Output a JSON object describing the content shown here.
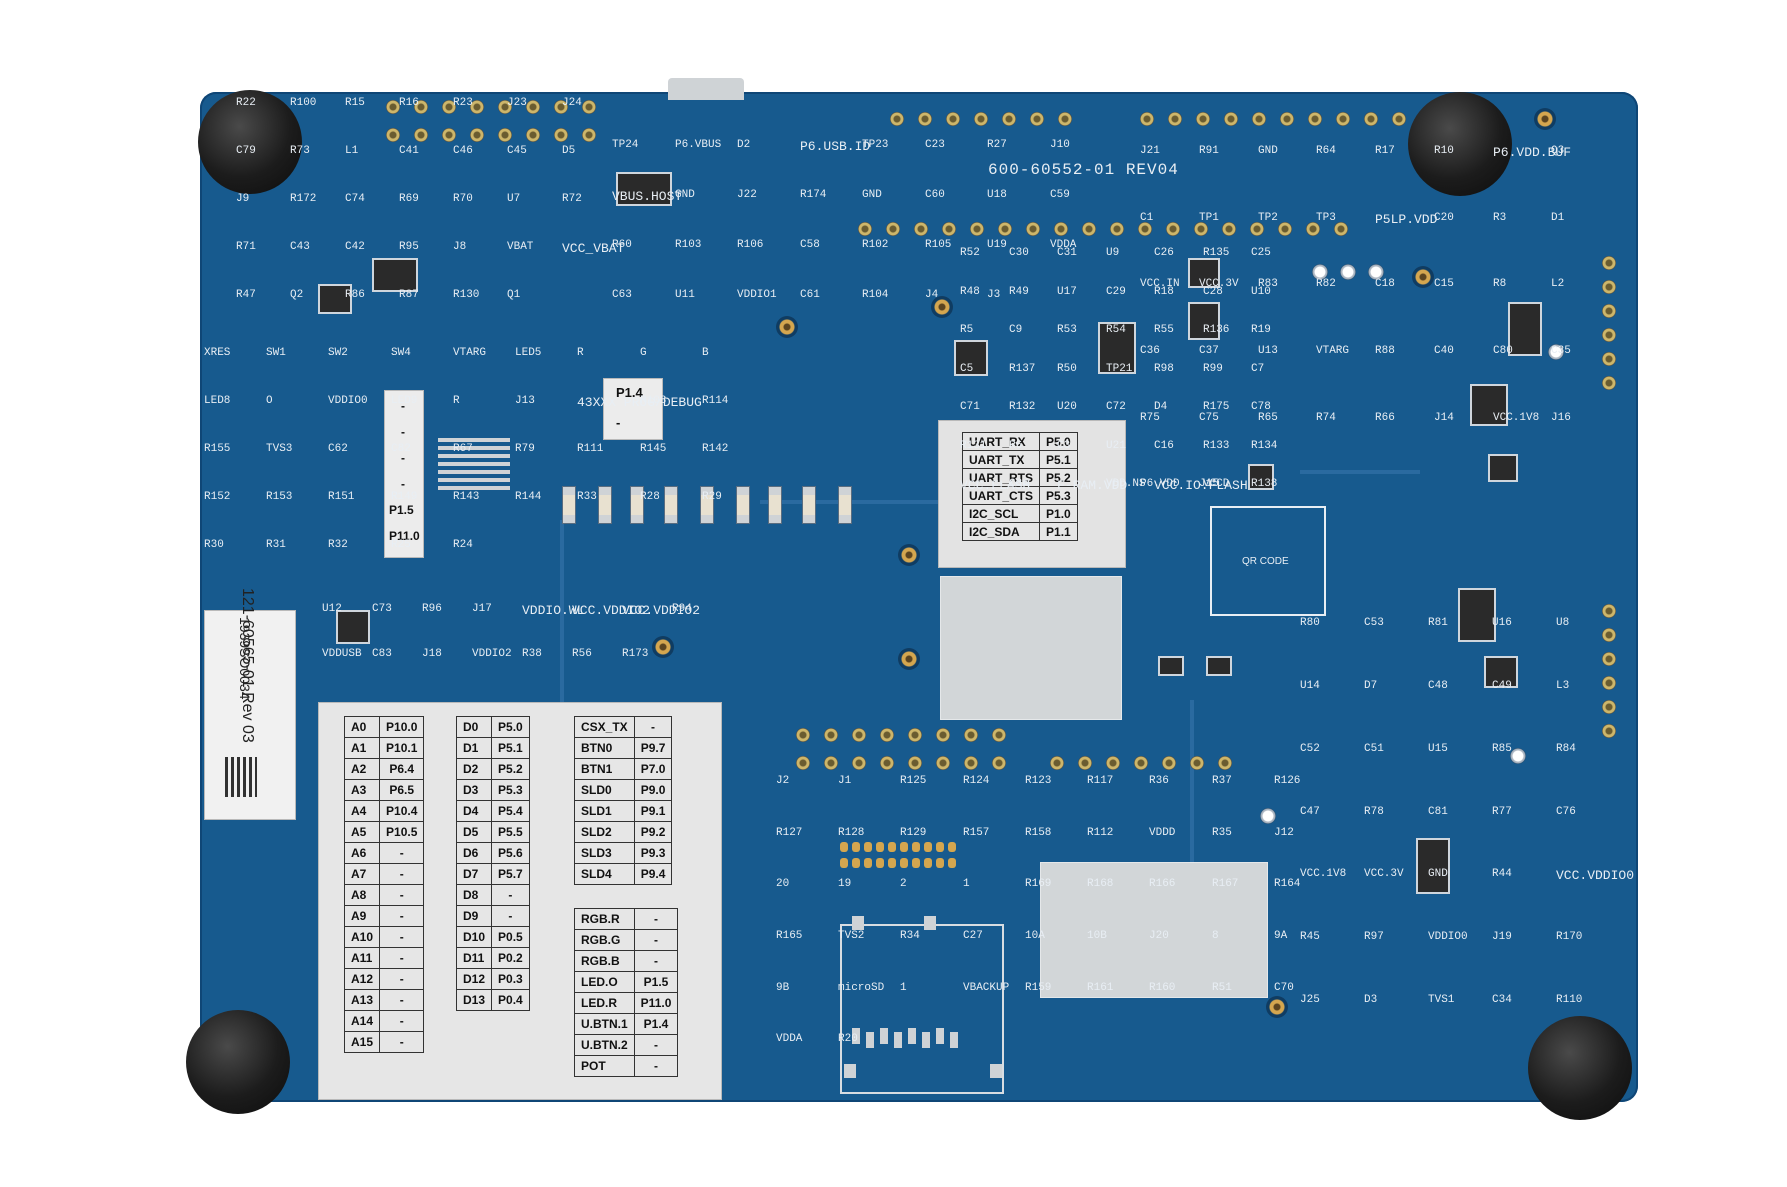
{
  "board": {
    "part_number": "600-60552-01 REV04",
    "sticker_part": "121-60565-01 Rev 03",
    "sticker_serial": "1939SO0034",
    "qr_code_label": "QR CODE"
  },
  "silkscreen": {
    "top_left": [
      "R22",
      "R100",
      "R15",
      "R16",
      "R23",
      "J23",
      "J24",
      "C79",
      "R73",
      "L1",
      "C41",
      "C46",
      "C45",
      "D5",
      "J9",
      "R172",
      "C74",
      "R69",
      "R70",
      "U7",
      "R72",
      "R71",
      "C43",
      "C42",
      "R95",
      "J8",
      "VBAT",
      "VCC_VBAT",
      "R47",
      "Q2",
      "R86",
      "R87",
      "R130",
      "Q1"
    ],
    "top_center": [
      "TP24",
      "P6.VBUS",
      "D2",
      "P6.USB.ID",
      "TP23",
      "C23",
      "R27",
      "J10",
      "VBUS.HOST",
      "GND",
      "J22",
      "R174",
      "GND",
      "C60",
      "U18",
      "C59",
      "R60",
      "R103",
      "R106",
      "C58",
      "R102",
      "R105",
      "U19",
      "VDDA",
      "C63",
      "U11",
      "VDDIO1",
      "C61",
      "R104",
      "J4",
      "J3"
    ],
    "top_right": [
      "J21",
      "R91",
      "GND",
      "R64",
      "R17",
      "R10",
      "P6.VDD.BUF",
      "Q3",
      "C1",
      "TP1",
      "TP2",
      "TP3",
      "P5LP.VDD",
      "C20",
      "R3",
      "D1",
      "VCC.IN",
      "VCC.3V",
      "R83",
      "R82",
      "C18",
      "C15",
      "R8",
      "L2",
      "C36",
      "C37",
      "U13",
      "VTARG",
      "R88",
      "C40",
      "C80",
      "C35",
      "R75",
      "C75",
      "R65",
      "R74",
      "R66",
      "J14",
      "VCC.1V8",
      "J16",
      "P6.VDD",
      "J15"
    ],
    "middle": [
      "R52",
      "C30",
      "C31",
      "U9",
      "C26",
      "R135",
      "C25",
      "R48",
      "R49",
      "U17",
      "C29",
      "R18",
      "C28",
      "U10",
      "R5",
      "C9",
      "R53",
      "R54",
      "R55",
      "R136",
      "R19",
      "C5",
      "R137",
      "R50",
      "TP21",
      "R98",
      "R99",
      "C7",
      "C71",
      "R132",
      "U20",
      "C72",
      "D4",
      "R175",
      "C78",
      "R131",
      "R6",
      "C3",
      "U21",
      "C16",
      "R133",
      "R134",
      "VCC.FLASH",
      "C84",
      "F-RAM.VDD",
      "VDD.NS",
      "VCC.IO.FLASH",
      "VCCD",
      "R138"
    ],
    "left_middle": [
      "XRES",
      "SW1",
      "SW2",
      "SW4",
      "VTARG",
      "LED5",
      "R",
      "G",
      "B",
      "LED8",
      "O",
      "VDDIO0",
      "LED9",
      "R",
      "J13",
      "43XXX PROG/DEBUG",
      "R108",
      "R114",
      "R155",
      "TVS3",
      "C62",
      "C82",
      "R67",
      "R79",
      "R111",
      "R145",
      "R142",
      "R152",
      "R153",
      "R151",
      "R149",
      "R143",
      "R144",
      "R33",
      "R28",
      "R29",
      "R30",
      "R31",
      "R32",
      "R25",
      "R24"
    ],
    "lower_left": [
      "U12",
      "C73",
      "R96",
      "J17",
      "VDDIO.WL",
      "VCC.VDDIO2",
      "VCC.VDDIO2",
      "R94",
      "VDDUSB",
      "C83",
      "J18",
      "VDDIO2",
      "R38",
      "R56",
      "R173"
    ],
    "lower_center": [
      "J2",
      "J1",
      "R125",
      "R124",
      "R123",
      "R117",
      "R36",
      "R37",
      "R126",
      "R127",
      "R128",
      "R129",
      "R157",
      "R158",
      "R112",
      "VDDD",
      "R35",
      "J12",
      "20",
      "19",
      "2",
      "1",
      "R169",
      "R168",
      "R166",
      "R167",
      "R164",
      "R165",
      "TVS2",
      "R34",
      "C27",
      "10A",
      "10B",
      "J20",
      "8",
      "9A",
      "9B",
      "microSD",
      "1",
      "VBACKUP",
      "R159",
      "R161",
      "R160",
      "R51",
      "C70",
      "VDDA",
      "R20"
    ],
    "lower_right": [
      "R80",
      "C53",
      "R81",
      "U16",
      "U8",
      "U14",
      "D7",
      "C48",
      "C49",
      "L3",
      "C52",
      "C51",
      "U15",
      "R85",
      "R84",
      "C47",
      "R78",
      "C81",
      "R77",
      "C76",
      "VCC.1V8",
      "VCC.3V",
      "GND",
      "R44",
      "VCC.VDDIO0",
      "R45",
      "R97",
      "VDDIO0",
      "J19",
      "R170",
      "J25",
      "D3",
      "TVS1",
      "C34",
      "R110"
    ]
  },
  "on_board_labels": {
    "p1_4": "P1.4",
    "p1_4_dash": "-",
    "j13_pins": [
      "-",
      "-",
      "-",
      "-",
      "P1.5",
      "P11.0"
    ]
  },
  "uart_table": [
    [
      "UART_RX",
      "P5.0"
    ],
    [
      "UART_TX",
      "P5.1"
    ],
    [
      "UART_RTS",
      "P5.2"
    ],
    [
      "UART_CTS",
      "P5.3"
    ],
    [
      "I2C_SCL",
      "P1.0"
    ],
    [
      "I2C_SDA",
      "P1.1"
    ]
  ],
  "pin_table_a": [
    [
      "A0",
      "P10.0"
    ],
    [
      "A1",
      "P10.1"
    ],
    [
      "A2",
      "P6.4"
    ],
    [
      "A3",
      "P6.5"
    ],
    [
      "A4",
      "P10.4"
    ],
    [
      "A5",
      "P10.5"
    ],
    [
      "A6",
      "-"
    ],
    [
      "A7",
      "-"
    ],
    [
      "A8",
      "-"
    ],
    [
      "A9",
      "-"
    ],
    [
      "A10",
      "-"
    ],
    [
      "A11",
      "-"
    ],
    [
      "A12",
      "-"
    ],
    [
      "A13",
      "-"
    ],
    [
      "A14",
      "-"
    ],
    [
      "A15",
      "-"
    ]
  ],
  "pin_table_d": [
    [
      "D0",
      "P5.0"
    ],
    [
      "D1",
      "P5.1"
    ],
    [
      "D2",
      "P5.2"
    ],
    [
      "D3",
      "P5.3"
    ],
    [
      "D4",
      "P5.4"
    ],
    [
      "D5",
      "P5.5"
    ],
    [
      "D6",
      "P5.6"
    ],
    [
      "D7",
      "P5.7"
    ],
    [
      "D8",
      "-"
    ],
    [
      "D9",
      "-"
    ],
    [
      "D10",
      "P0.5"
    ],
    [
      "D11",
      "P0.2"
    ],
    [
      "D12",
      "P0.3"
    ],
    [
      "D13",
      "P0.4"
    ]
  ],
  "pin_table_c1": [
    [
      "CSX_TX",
      "-"
    ],
    [
      "BTN0",
      "P9.7"
    ],
    [
      "BTN1",
      "P7.0"
    ],
    [
      "SLD0",
      "P9.0"
    ],
    [
      "SLD1",
      "P9.1"
    ],
    [
      "SLD2",
      "P9.2"
    ],
    [
      "SLD3",
      "P9.3"
    ],
    [
      "SLD4",
      "P9.4"
    ]
  ],
  "pin_table_c2": [
    [
      "RGB.R",
      "-"
    ],
    [
      "RGB.G",
      "-"
    ],
    [
      "RGB.B",
      "-"
    ],
    [
      "LED.O",
      "P1.5"
    ],
    [
      "LED.R",
      "P11.0"
    ],
    [
      "U.BTN.1",
      "P1.4"
    ],
    [
      "U.BTN.2",
      "-"
    ],
    [
      "POT",
      "-"
    ]
  ],
  "colors": {
    "pcb": "#175a8e",
    "silk": "#e8eef4",
    "foot": "#1c1c1c",
    "label": "#dcdcdc",
    "gold": "#d4a64f"
  }
}
